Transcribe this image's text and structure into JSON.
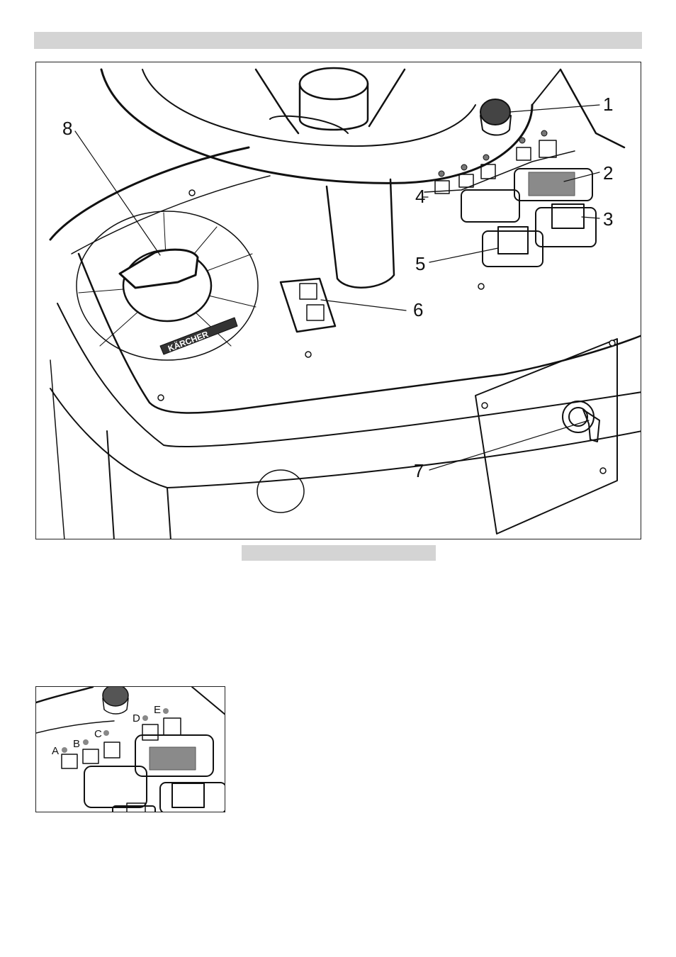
{
  "main_figure": {
    "callouts": [
      "1",
      "2",
      "3",
      "4",
      "5",
      "6",
      "7",
      "8"
    ],
    "logo_text": "KÄRCHER"
  },
  "inset_figure": {
    "indicator_labels": [
      "A",
      "B",
      "C",
      "D",
      "E"
    ]
  }
}
